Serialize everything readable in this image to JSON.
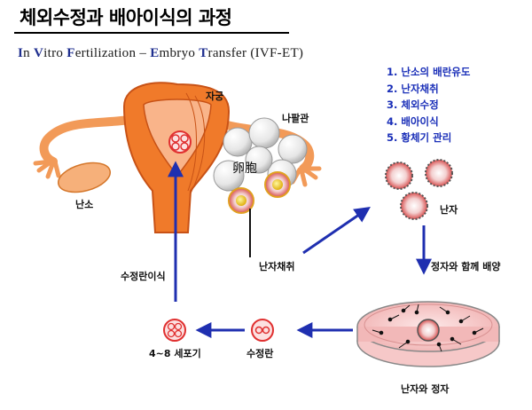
{
  "title": "체외수정과 배아이식의 과정",
  "subtitle": {
    "parts": [
      {
        "cap": "I",
        "rest": "n "
      },
      {
        "cap": "V",
        "rest": "itro "
      },
      {
        "cap": "F",
        "rest": "ertilization – "
      },
      {
        "cap": "E",
        "rest": "mbryo "
      },
      {
        "cap": "T",
        "rest": "ransfer (IVF-ET)"
      }
    ]
  },
  "steps": [
    "1. 난소의 배란유도",
    "2. 난자채취",
    "3. 체외수정",
    "4. 배아이식",
    "5. 황체기 관리"
  ],
  "labels": {
    "uterus": "자궁",
    "fallopian_tube": "나팔관",
    "ovary": "난소",
    "follicle_kanji": "卵胞",
    "egg_retrieval": "난자채취",
    "oocyte": "난자",
    "culture_with_sperm": "정자와 함께 배양",
    "egg_and_sperm": "난자와 정자",
    "fertilized_egg": "수정란",
    "cell_stage": "4~8 세포기",
    "embryo_transfer": "수정란이식"
  },
  "colors": {
    "uterus_orange": "#f07a2a",
    "uterus_dark": "#d4561a",
    "arrow_blue": "#1f2fb0",
    "cell_red": "#e03030",
    "step_blue": "#1a2fb8",
    "dish_pink": "#f6c8c8"
  }
}
